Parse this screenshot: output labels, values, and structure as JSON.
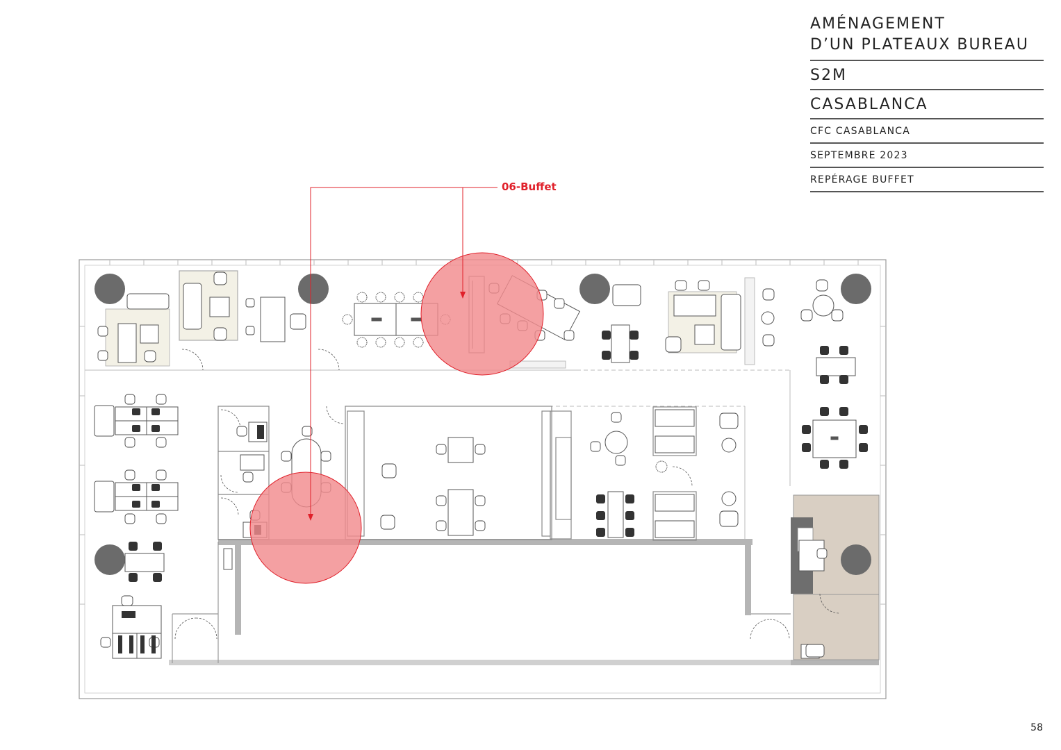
{
  "title_block": {
    "title_line1": "AMÉNAGEMENT",
    "title_line2": "D’UN PLATEAUX BUREAU",
    "client": "S2M",
    "city": "CASABLANCA",
    "site": "CFC CASABLANCA",
    "date": "SEPTEMBRE 2023",
    "subject": "REPÉRAGE BUFFET"
  },
  "callout": {
    "label": "06-Buffet"
  },
  "page_number": "58",
  "colors": {
    "accent": "#e0202a",
    "marker_fill": "#f28b8e",
    "planter": "#6b6b6b",
    "rug": "#f3f1e6",
    "wood_floor": "#d9cfc3",
    "wall": "#b5b5b5"
  }
}
